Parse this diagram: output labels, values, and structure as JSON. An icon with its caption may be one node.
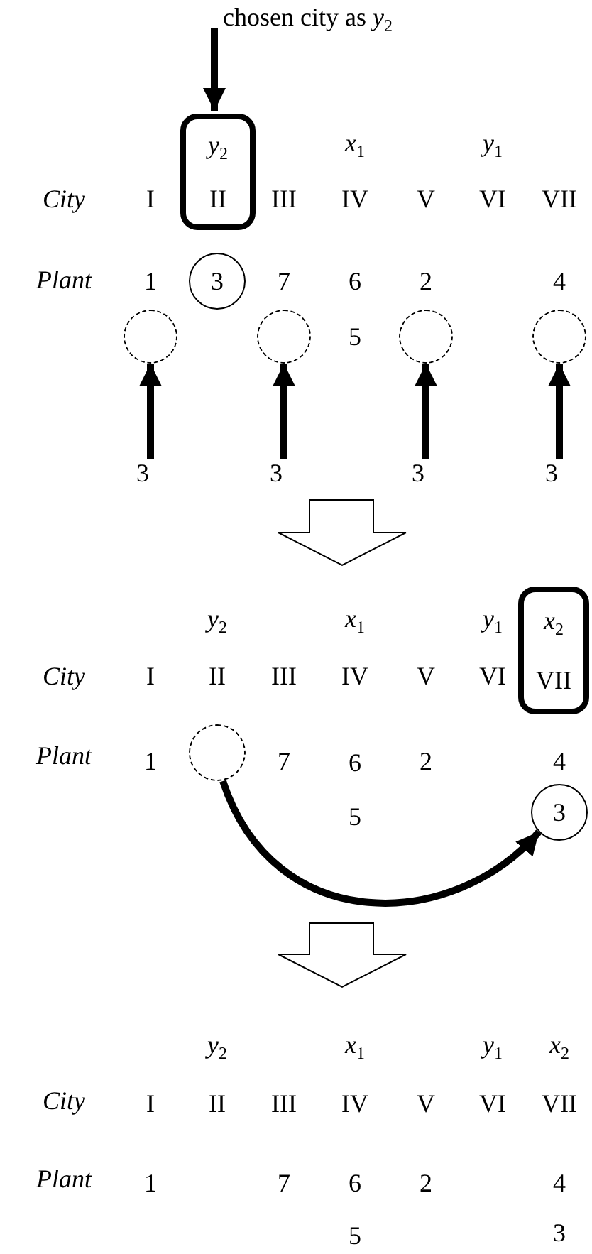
{
  "diagram": {
    "nodes": [
      {
        "text": [
          "chosen city as *y*$_{2}$"
        ]
      },
      {
        "text": [
          "*y*$_{2}$",
          "II"
        ]
      },
      {
        "text": [
          "3"
        ]
      },
      {
        "text": [],
        "shape": "circle"
      },
      {
        "text": [],
        "shape": "circle"
      },
      {
        "text": [],
        "shape": "circle"
      },
      {
        "text": [],
        "shape": "circle"
      },
      {
        "text": [
          "3"
        ]
      },
      {
        "text": [
          "3"
        ]
      },
      {
        "text": [
          "3"
        ]
      },
      {
        "text": [
          "3"
        ]
      },
      {
        "text": [
          "*x*$_{2}$",
          "VII"
        ]
      },
      {
        "text": [],
        "shape": "circle"
      },
      {
        "text": [
          "3"
        ]
      }
    ],
    "edges": [
      {
        "from": 0,
        "to": 1,
        "arrow": "to"
      },
      {
        "from": 7,
        "to": 3,
        "arrow": "to"
      },
      {
        "from": 8,
        "to": 4,
        "arrow": "to"
      },
      {
        "from": 9,
        "to": 5,
        "arrow": "to"
      },
      {
        "from": 10,
        "to": 6,
        "arrow": "to"
      },
      {
        "from": 12,
        "to": 13,
        "arrow": "to"
      }
    ],
    "labels": [
      "*x*$_{1}$",
      "*y*$_{1}$",
      "City",
      "I",
      "III",
      "IV",
      "V",
      "VI",
      "VII",
      "Plant",
      "1",
      "7",
      "6",
      "2",
      "4",
      "5",
      "*y*$_{2}$",
      "*x*$_{1}$",
      "*y*$_{1}$",
      "City",
      "I",
      "II",
      "III",
      "IV",
      "V",
      "VI",
      "Plant",
      "1",
      "7",
      "6",
      "2",
      "4",
      "5",
      "*y*$_{2}$",
      "*x*$_{1}$",
      "*y*$_{1}$",
      "*x*$_{2}$",
      "City",
      "I",
      "II",
      "III",
      "IV",
      "V",
      "VI",
      "VII",
      "Plant",
      "1",
      "7",
      "6",
      "2",
      "4",
      "5",
      "3"
    ]
  }
}
